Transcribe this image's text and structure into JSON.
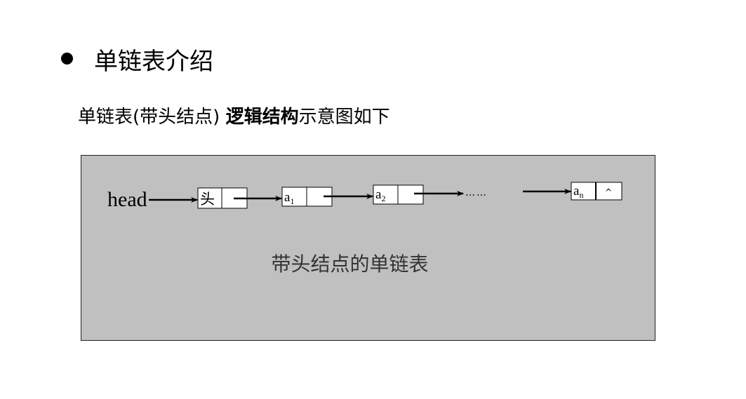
{
  "heading": {
    "title": "单链表介绍"
  },
  "intro": {
    "prefix": "单链表(带头结点) ",
    "bold": "逻辑结构",
    "suffix": "示意图如下"
  },
  "diagram": {
    "head_label": "head",
    "nodes": [
      {
        "data": "头",
        "sub": "",
        "next": ""
      },
      {
        "data": "a",
        "sub": "1",
        "next": ""
      },
      {
        "data": "a",
        "sub": "2",
        "next": ""
      },
      {
        "data": "a",
        "sub": "n",
        "next": "^"
      }
    ],
    "ellipsis": "……",
    "caption": "带头结点的单链表"
  }
}
